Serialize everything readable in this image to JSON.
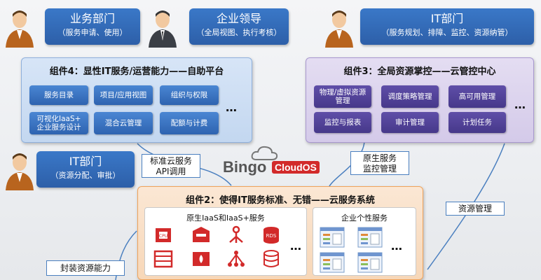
{
  "roles": {
    "business": {
      "title": "业务部门",
      "subtitle": "（服务申请、使用）"
    },
    "leader": {
      "title": "企业领导",
      "subtitle": "（全局视图、执行考核）"
    },
    "it_top": {
      "title": "IT部门",
      "subtitle": "（服务规划、排障、监控、资源纳管）"
    },
    "it_left": {
      "title": "IT部门",
      "subtitle": "（资源分配、审批）"
    }
  },
  "component4": {
    "title": "组件4：显性IT服务/运营能力——自助平台",
    "items": [
      "服务目录",
      "项目/应用视图",
      "组织与权限",
      "可视化IaaS+\n企业服务设计",
      "混合云管理",
      "配额与计费"
    ],
    "more": "…"
  },
  "component3": {
    "title": "组件3：全局资源掌控——云管控中心",
    "items": [
      "物理/虚拟资源\n管理",
      "调度策略管理",
      "高可用管理",
      "监控与报表",
      "审计管理",
      "计划任务"
    ],
    "more": "…"
  },
  "component2": {
    "title": "组件2：使得IT服务标准、无错——云服务系统",
    "native_title": "原生IaaS和IaaS+服务",
    "enterprise_title": "企业个性服务",
    "more": "…",
    "icon_labels": {
      "cpu": "CPU",
      "rds": "RDS"
    }
  },
  "callouts": {
    "std_service": "标准云服务\nAPI调用",
    "native_monitor": "原生服务\n监控管理",
    "resource_mgmt": "资源管理",
    "encapsulate": "封装资源能力"
  },
  "logo": {
    "bingo": "Bingo",
    "cloudos": "CloudOS"
  },
  "colors": {
    "blue": "#2e63b0",
    "purple": "#46388a",
    "orange": "#f0a35a",
    "red": "#d22a2a"
  }
}
